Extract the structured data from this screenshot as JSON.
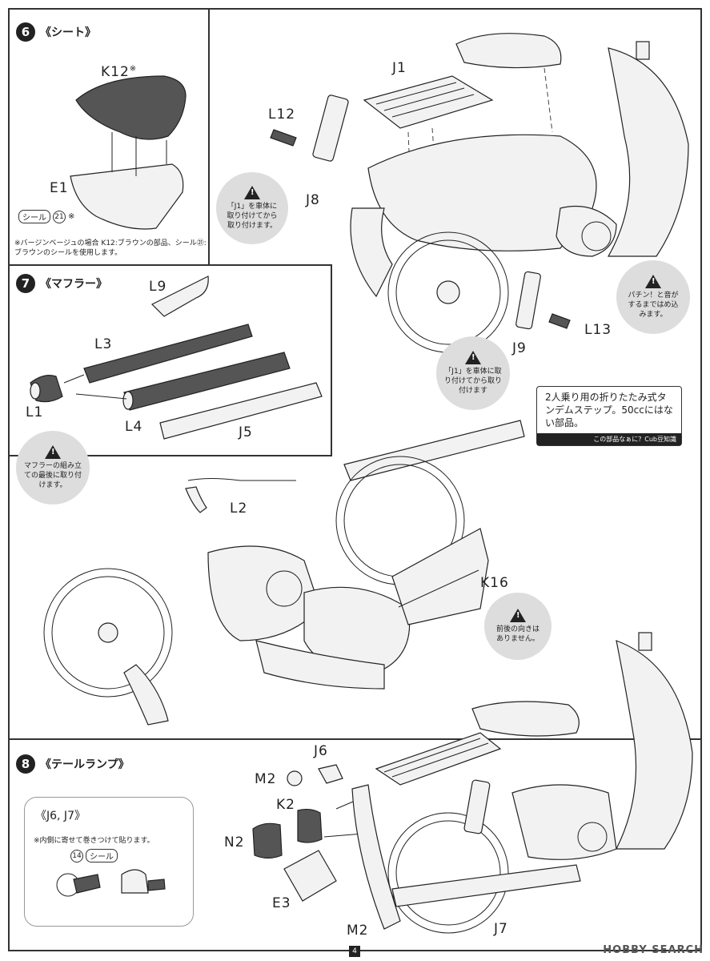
{
  "step6": {
    "number": "6",
    "title": "《シート》",
    "parts": {
      "k12": "K12",
      "k12_mark": "※",
      "e1": "E1",
      "j1": "J1",
      "l12": "L12",
      "j8": "J8"
    },
    "seal": {
      "label": "シール",
      "number": "21",
      "mark": "※"
    },
    "footnote": "※バージンベージュの場合 K12:ブラウンの部品、シール㉑:ブラウンのシールを使用します。",
    "note_j8": "「J1」を車体に取り付けてから取り付けます。"
  },
  "step7": {
    "number": "7",
    "title": "《マフラー》",
    "parts": {
      "l9": "L9",
      "l3": "L3",
      "l1": "L1",
      "l4": "L4",
      "j5": "J5",
      "l2": "L2",
      "j9": "J9",
      "l13": "L13",
      "k16": "K16"
    },
    "note_l1": "マフラーの組み立ての最後に取り付けます。",
    "note_j9": "「J1」を車体に取り付けてから取り付けます",
    "note_snap": "パチン！と音がするまではめ込みます。",
    "note_k16": "前後の向きはありません。",
    "callout": {
      "body": "2人乗り用の折りたたみ式タンデムステップ。50ccにはない部品。",
      "footer": "この部品なぁに？Cub豆知識"
    }
  },
  "step8": {
    "number": "8",
    "title": "《テールランプ》",
    "parts": {
      "j6": "J6",
      "m2_top": "M2",
      "k2": "K2",
      "n2": "N2",
      "e3": "E3",
      "m2_bottom": "M2",
      "j7": "J7"
    },
    "inset": {
      "title": "《J6, J7》",
      "note": "※内側に寄せて巻きつけて貼ります。",
      "seal_number": "14",
      "seal_label": "シール"
    }
  },
  "page_number": "4",
  "watermark": "HOBBY SEARCH",
  "colors": {
    "ink": "#222222",
    "note_bg": "#dddddd",
    "accent": "#555555"
  }
}
